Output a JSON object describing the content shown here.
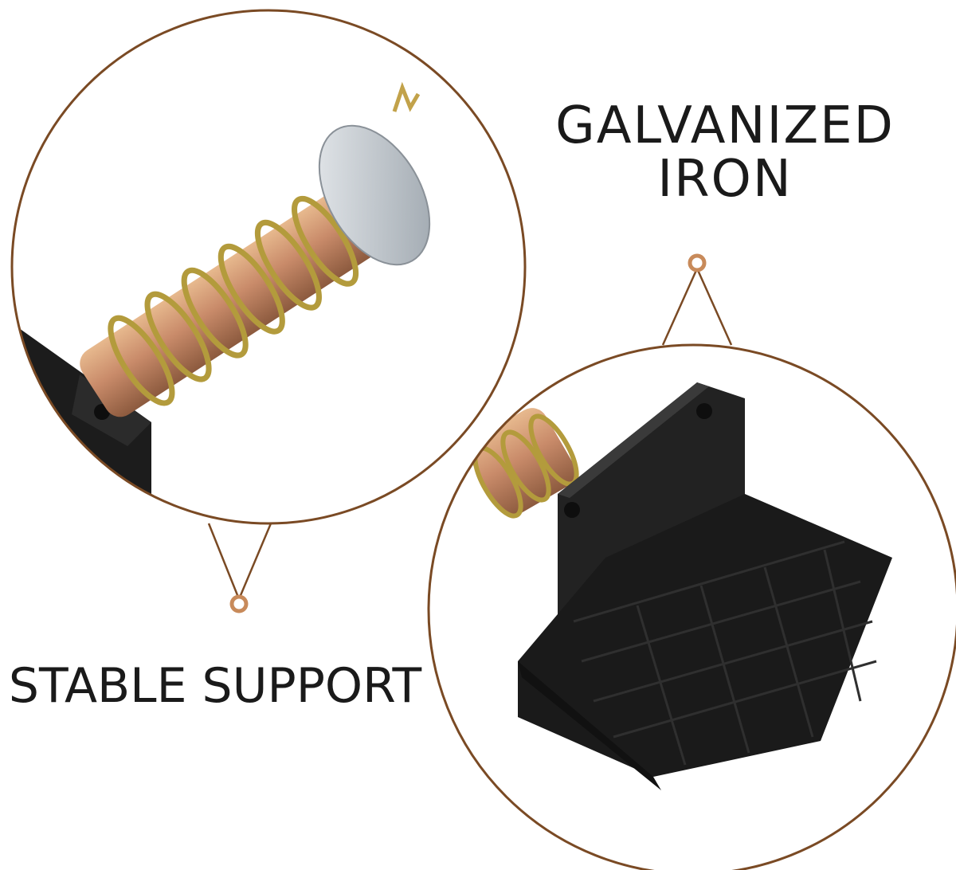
{
  "callouts": {
    "top_line1": "GALVANIZED",
    "top_line2": "IRON",
    "bottom": "STABLE SUPPORT"
  },
  "colors": {
    "circle_ring": "#7a4a24",
    "dot": "#c88a5a",
    "pin_metal": "#c89a6a",
    "spring": "#b59a3a",
    "rubber": "#1c1c1c",
    "background": "#ffffff"
  },
  "icons": {
    "connector_dot": "small ring dot"
  }
}
